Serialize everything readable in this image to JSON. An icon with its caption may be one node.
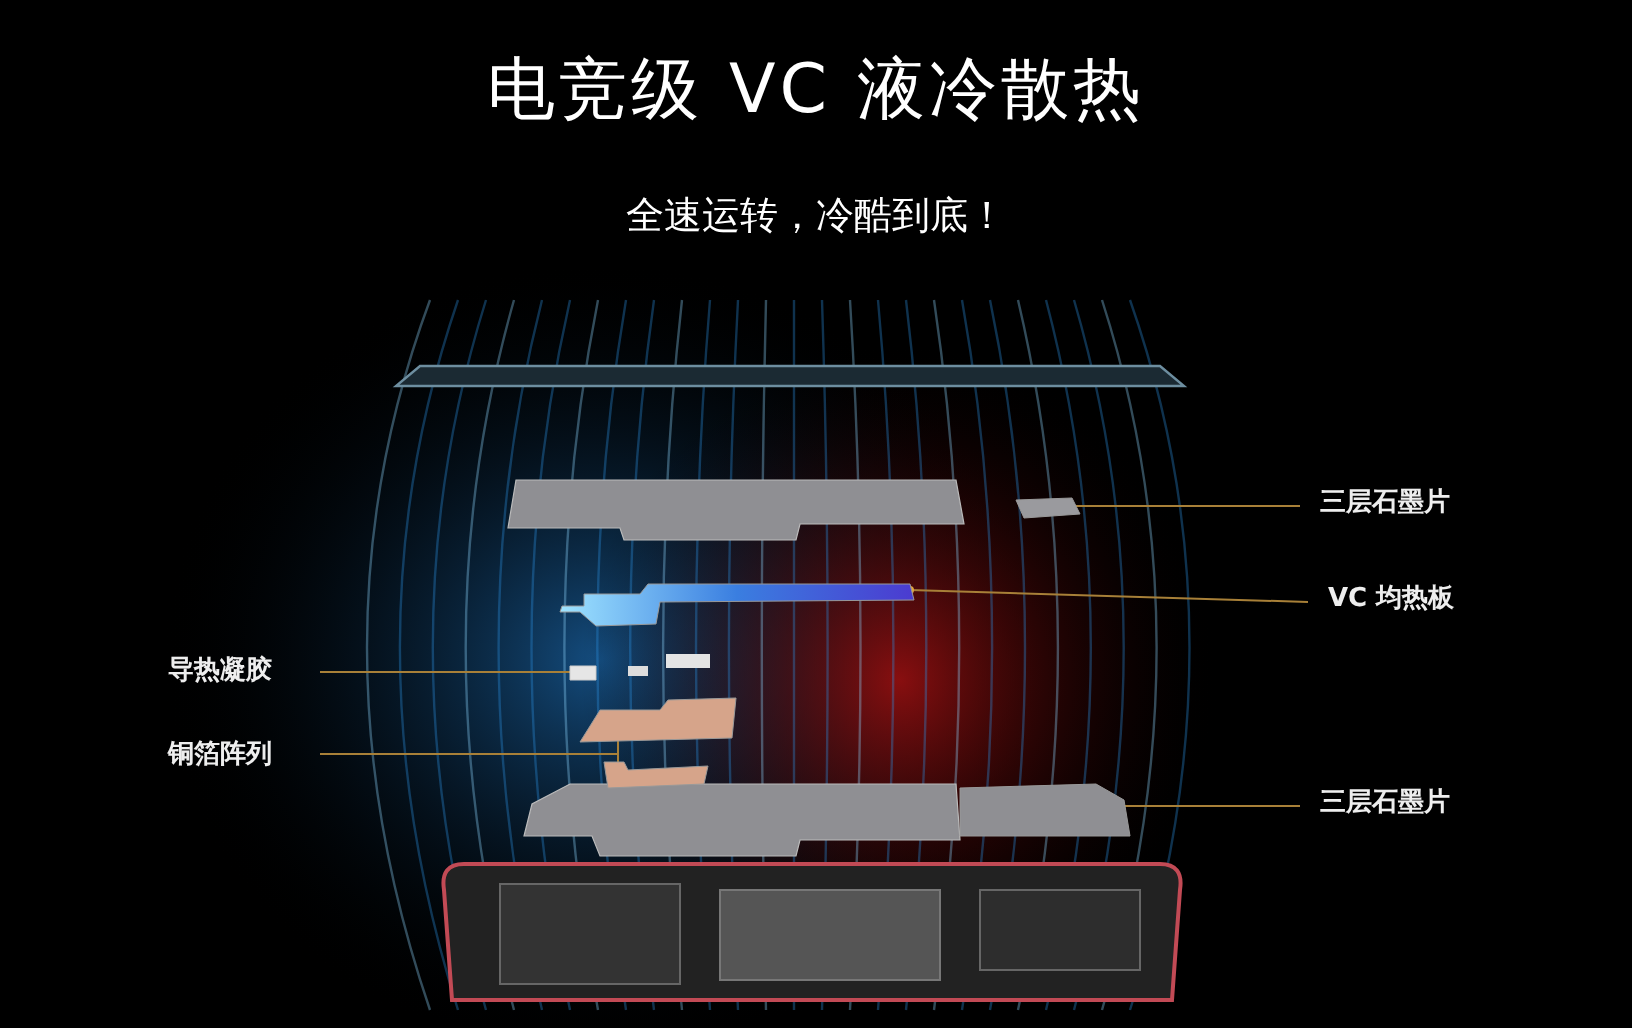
{
  "diagram": {
    "title": "电竞级 VC 液冷散热",
    "caption": "全速运转，冷酷到底！",
    "nodes": [
      {
        "text": [
          "三层石墨片"
        ]
      },
      {
        "text": [],
        "shape": "picture"
      },
      {
        "text": [
          "VC 均热板"
        ]
      },
      {
        "text": [],
        "shape": "picture"
      },
      {
        "text": [
          "导热凝胶"
        ]
      },
      {
        "text": [],
        "shape": "box"
      },
      {
        "text": [
          "铜箔阵列"
        ]
      },
      {
        "text": [],
        "shape": "picture"
      },
      {
        "text": [],
        "shape": "picture"
      },
      {
        "text": [
          "三层石墨片"
        ]
      },
      {
        "text": [],
        "shape": "picture"
      }
    ],
    "edges": [
      {
        "from": 0,
        "to": 1,
        "arrow": "other"
      },
      {
        "from": 2,
        "to": 3,
        "arrow": "other"
      },
      {
        "from": 4,
        "to": 5,
        "arrow": "other"
      },
      {
        "from": 6,
        "to": 7,
        "arrow": "other"
      },
      {
        "from": 6,
        "to": 8,
        "arrow": "other"
      },
      {
        "from": 9,
        "to": 10,
        "arrow": "other"
      }
    ]
  }
}
